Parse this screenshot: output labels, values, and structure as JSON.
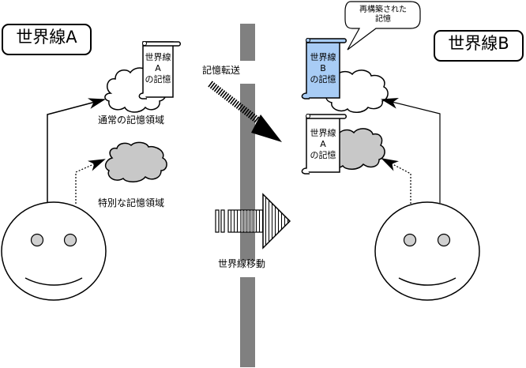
{
  "titles": {
    "world_line_a": "世界線A",
    "world_line_b": "世界線B"
  },
  "labels": {
    "normal_memory_area": "通常の記憶領域",
    "special_memory_area": "特別な記憶領域",
    "memory_transfer": "記憶転送",
    "world_line_move": "世界線移動"
  },
  "scrolls": {
    "left_a": [
      "世界線",
      "A",
      "の記憶"
    ],
    "right_b": [
      "世界線",
      "B",
      "の記憶"
    ],
    "right_a": [
      "世界線",
      "A",
      "の記憶"
    ]
  },
  "speech_bubble": {
    "lines": [
      "再構築された",
      "記憶"
    ]
  },
  "colors": {
    "divider": "#808080",
    "special_cloud": "#c8c8c8",
    "reconstructed_scroll": "#a8ccf5",
    "eye": "#d0d0d0",
    "stroke": "#000000"
  }
}
